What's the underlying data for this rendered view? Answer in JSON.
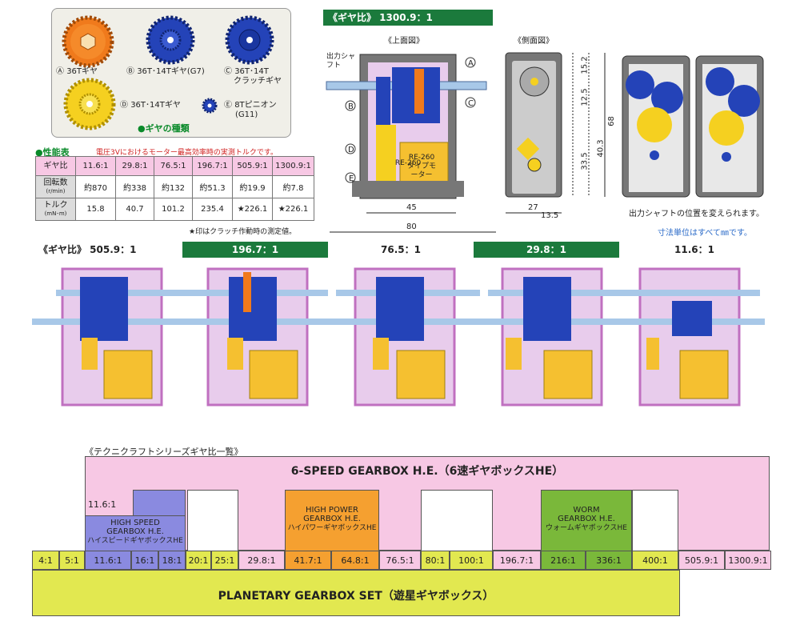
{
  "gear_types": {
    "title": "●ギヤの種類",
    "items": [
      {
        "mark": "Ⓐ",
        "label": "36Tギヤ"
      },
      {
        "mark": "Ⓑ",
        "label": "36T･14Tギヤ(G7)"
      },
      {
        "mark": "Ⓒ",
        "label": "36T･14T",
        "label2": "クラッチギヤ"
      },
      {
        "mark": "Ⓓ",
        "label": "36T･14Tギヤ"
      },
      {
        "mark": "Ⓔ",
        "label": "8Tピニオン",
        "label2": "(G11)"
      }
    ]
  },
  "performance": {
    "title": "●性能表",
    "note": "電圧3Vにおけるモーター最高効率時の実測トルクです。",
    "headers": [
      "ギヤ比",
      "11.6:1",
      "29.8:1",
      "76.5:1",
      "196.7:1",
      "505.9:1",
      "1300.9:1"
    ],
    "rpm_label": "回転数",
    "rpm_unit": "(r/min)",
    "rpm": [
      "約870",
      "約338",
      "約132",
      "約51.3",
      "約19.9",
      "約7.8"
    ],
    "torque_label": "トルク",
    "torque_unit": "(mN･m)",
    "torque": [
      "15.8",
      "40.7",
      "101.2",
      "235.4",
      "★226.1",
      "★226.1"
    ],
    "footnote": "★印はクラッチ作動時の測定値。"
  },
  "top_diagram": {
    "ratio_label": "《ギヤ比》 1300.9：1",
    "top_view": "《上面図》",
    "side_view": "《側面図》",
    "output_shaft": "出力シャフト",
    "motor": "RE-260タイプモーター",
    "dims": {
      "w45": "45",
      "w80": "80",
      "w27": "27",
      "w13": "13.5",
      "h15": "15.2",
      "h12": "12.5",
      "h33": "33.5",
      "h40": "40.3",
      "h68": "68"
    },
    "output_note": "出力シャフトの位置を変えられます。",
    "unit_note": "寸法単位はすべて㎜です。"
  },
  "ratio_bands": [
    "《ギヤ比》 505.9：1",
    "196.7：1",
    "76.5：1",
    "29.8：1",
    "11.6：1"
  ],
  "series": {
    "title": "《テクニクラフトシリーズギヤ比一覧》",
    "six_speed": "6-SPEED GEARBOX H.E.（6速ギヤボックスHE）",
    "high_speed_ratio": "11.6:1",
    "high_speed": [
      "HIGH SPEED",
      "GEARBOX H.E.",
      "ハイスピードギヤボックスHE"
    ],
    "high_power": [
      "HIGH POWER",
      "GEARBOX H.E.",
      "ハイパワーギヤボックスHE"
    ],
    "worm": [
      "WORM",
      "GEARBOX H.E.",
      "ウォームギヤボックスHE"
    ],
    "planetary": "PLANETARY GEARBOX SET（遊星ギヤボックス）",
    "ratios": [
      "4:1",
      "5:1",
      "11.6:1",
      "16:1",
      "18:1",
      "20:1",
      "25:1",
      "29.8:1",
      "41.7:1",
      "64.8:1",
      "76.5:1",
      "80:1",
      "100:1",
      "196.7:1",
      "216:1",
      "336:1",
      "400:1",
      "505.9:1",
      "1300.9:1"
    ]
  }
}
